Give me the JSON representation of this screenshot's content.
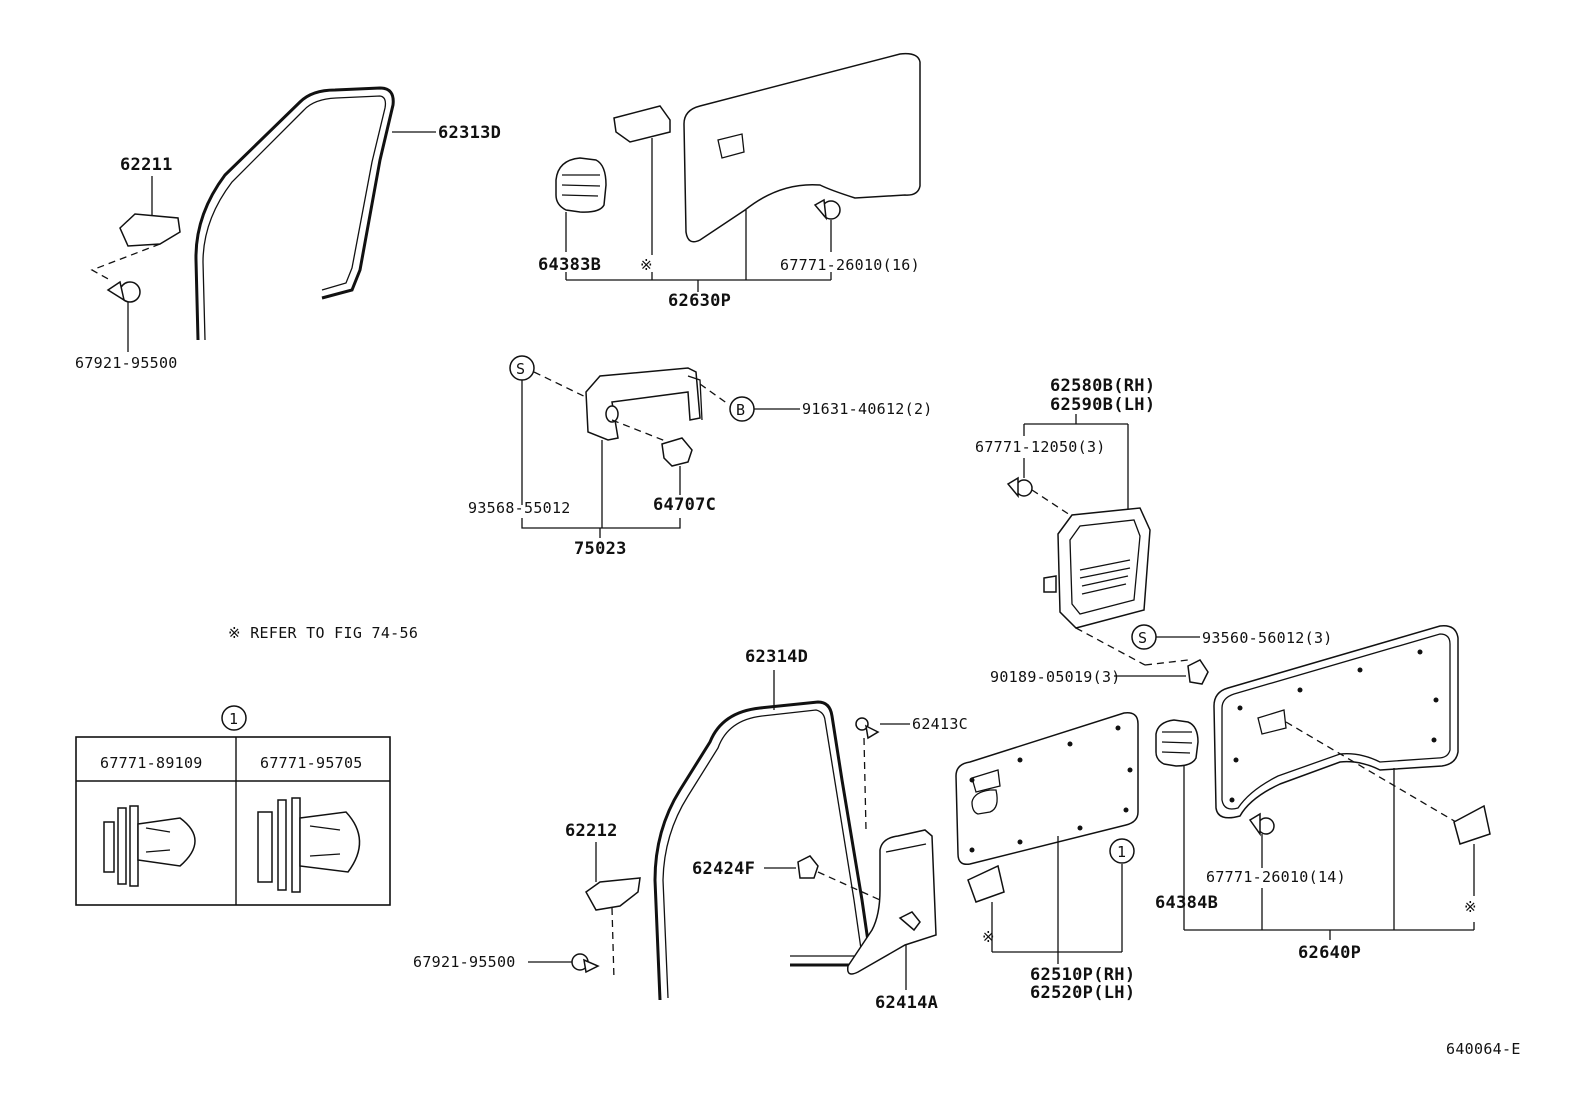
{
  "diagram": {
    "labels": {
      "p62313D": "62313D",
      "p62211": "62211",
      "p67921_top": "67921-95500",
      "p64383B": "64383B",
      "p62630P": "62630P",
      "p67771_26010_16": "67771-26010(16)",
      "mark_top": "※",
      "s_letter_1": "S",
      "b_letter": "B",
      "p91631": "91631-40612(2)",
      "p93568": "93568-55012",
      "p64707C": "64707C",
      "p75023": "75023",
      "refer_note": "※ REFER TO FIG 74-56",
      "p62580B": "62580B(RH)",
      "p62590B": "62590B(LH)",
      "p67771_12050": "67771-12050(3)",
      "s_letter_2": "S",
      "p93560": "93560-56012(3)",
      "p90189": "90189-05019(3)",
      "p62314D": "62314D",
      "p62413C": "62413C",
      "p62212": "62212",
      "p62424F": "62424F",
      "p67921_bot": "67921-95500",
      "p62414A": "62414A",
      "circ1_a": "1",
      "circ1_b": "1",
      "mark_mid": "※",
      "p62510P": "62510P(RH)",
      "p62520P": "62520P(LH)",
      "p64384B": "64384B",
      "p67771_26010_14": "67771-26010(14)",
      "mark_right": "※",
      "p62640P": "62640P",
      "code": "640064-E"
    },
    "inset": {
      "col1": "67771-89109",
      "col2": "67771-95705"
    }
  }
}
